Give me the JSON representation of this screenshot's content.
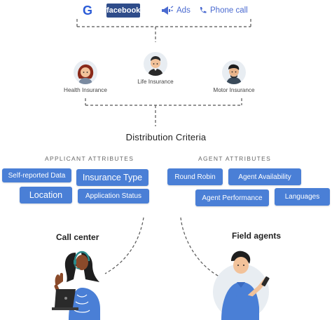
{
  "sources": {
    "google_letter": "G",
    "facebook_label": "facebook",
    "ads_label": "Ads",
    "phone_label": "Phone call"
  },
  "personas": [
    {
      "label": "Health Insurance"
    },
    {
      "label": "Life Insurance"
    },
    {
      "label": "Motor Insurance"
    }
  ],
  "distribution": {
    "title": "Distribution Criteria",
    "applicant_heading": "APPLICANT ATTRIBUTES",
    "agent_heading": "AGENT ATTRIBUTES",
    "applicant_chips": [
      "Self-reported Data",
      "Insurance Type",
      "Location",
      "Application Status"
    ],
    "agent_chips": [
      "Round Robin",
      "Agent Availability",
      "Agent Performance",
      "Languages"
    ]
  },
  "channels": {
    "left": "Call center",
    "right": "Field agents"
  },
  "colors": {
    "chip_blue": "#4a7fd6",
    "dashed_line": "#555555",
    "facebook_blue": "#2e4c8a",
    "google_blue": "#2a5bd7",
    "avatar_bg": "#e8edf2"
  }
}
